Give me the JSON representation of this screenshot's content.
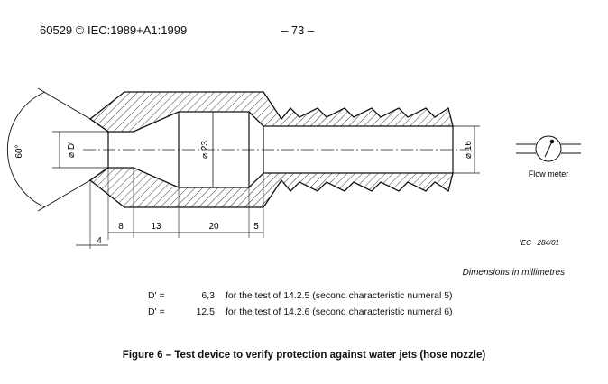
{
  "header": {
    "standard": "60529 © IEC:1989+A1:1999",
    "page": "– 73 –"
  },
  "drawing": {
    "angle_label": "60°",
    "inner_diameter_label": "⌀ D'",
    "mid_diameter_label": "⌀ 23",
    "outlet_diameter_label": "⌀ 16",
    "dimensions": [
      "4",
      "8",
      "13",
      "20",
      "5"
    ],
    "flow_meter_label": "Flow meter",
    "reference": "IEC   284/01"
  },
  "units_note": "Dimensions in millimetres",
  "d_values": [
    {
      "symbol": "D' =",
      "value": "6,3",
      "text": "for the test of 14.2.5 (second characteristic numeral 5)"
    },
    {
      "symbol": "D' =",
      "value": "12,5",
      "text": "for the test of 14.2.6 (second characteristic numeral 6)"
    }
  ],
  "caption": "Figure 6 – Test device to verify protection against water jets (hose nozzle)"
}
